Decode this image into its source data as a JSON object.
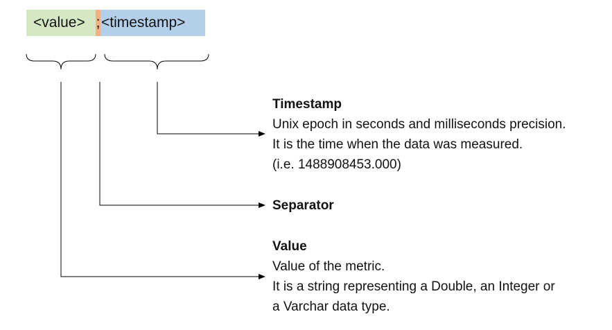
{
  "format": {
    "value_token": "<value>",
    "separator_token": ";",
    "timestamp_token": "<timestamp>"
  },
  "colors": {
    "value_bg": "#d5e8c4",
    "separator_bg": "#f4b083",
    "timestamp_bg": "#b4cfea",
    "line": "#000000"
  },
  "descriptions": {
    "timestamp": {
      "title": "Timestamp",
      "lines": [
        "Unix epoch in seconds and milliseconds precision.",
        "It is the time when the data was measured.",
        "(i.e. 1488908453.000)"
      ]
    },
    "separator": {
      "title": "Separator"
    },
    "value": {
      "title": "Value",
      "lines": [
        "Value of the metric.",
        "It is a string representing a Double, an Integer or",
        "a Varchar data type."
      ]
    }
  }
}
